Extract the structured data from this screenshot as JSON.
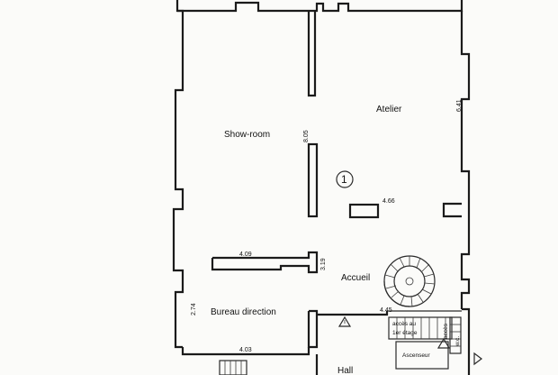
{
  "rooms": {
    "showroom": "Show-room",
    "atelier": "Atelier",
    "accueil": "Accueil",
    "bureau": "Bureau direction",
    "hall": "Hall",
    "ascenseur": "Ascenseur"
  },
  "marker": "1",
  "dimensions": {
    "partition_height": "8.05",
    "right_wall": "6.41",
    "atelier_block": "4.66",
    "accueil_wall": "4.09",
    "accueil_height": "3.19",
    "bureau_height": "2.74",
    "bureau_width": "4.03",
    "landing": "4.45"
  },
  "notes": {
    "access_line1": "accès au",
    "access_line2": "1er étage",
    "access_vert": "accès",
    "wc_label": "w.c."
  },
  "icons": [
    "spiral-staircase-icon",
    "stair-flight-icon",
    "warning-triangle-icon",
    "arrow-right-icon"
  ]
}
